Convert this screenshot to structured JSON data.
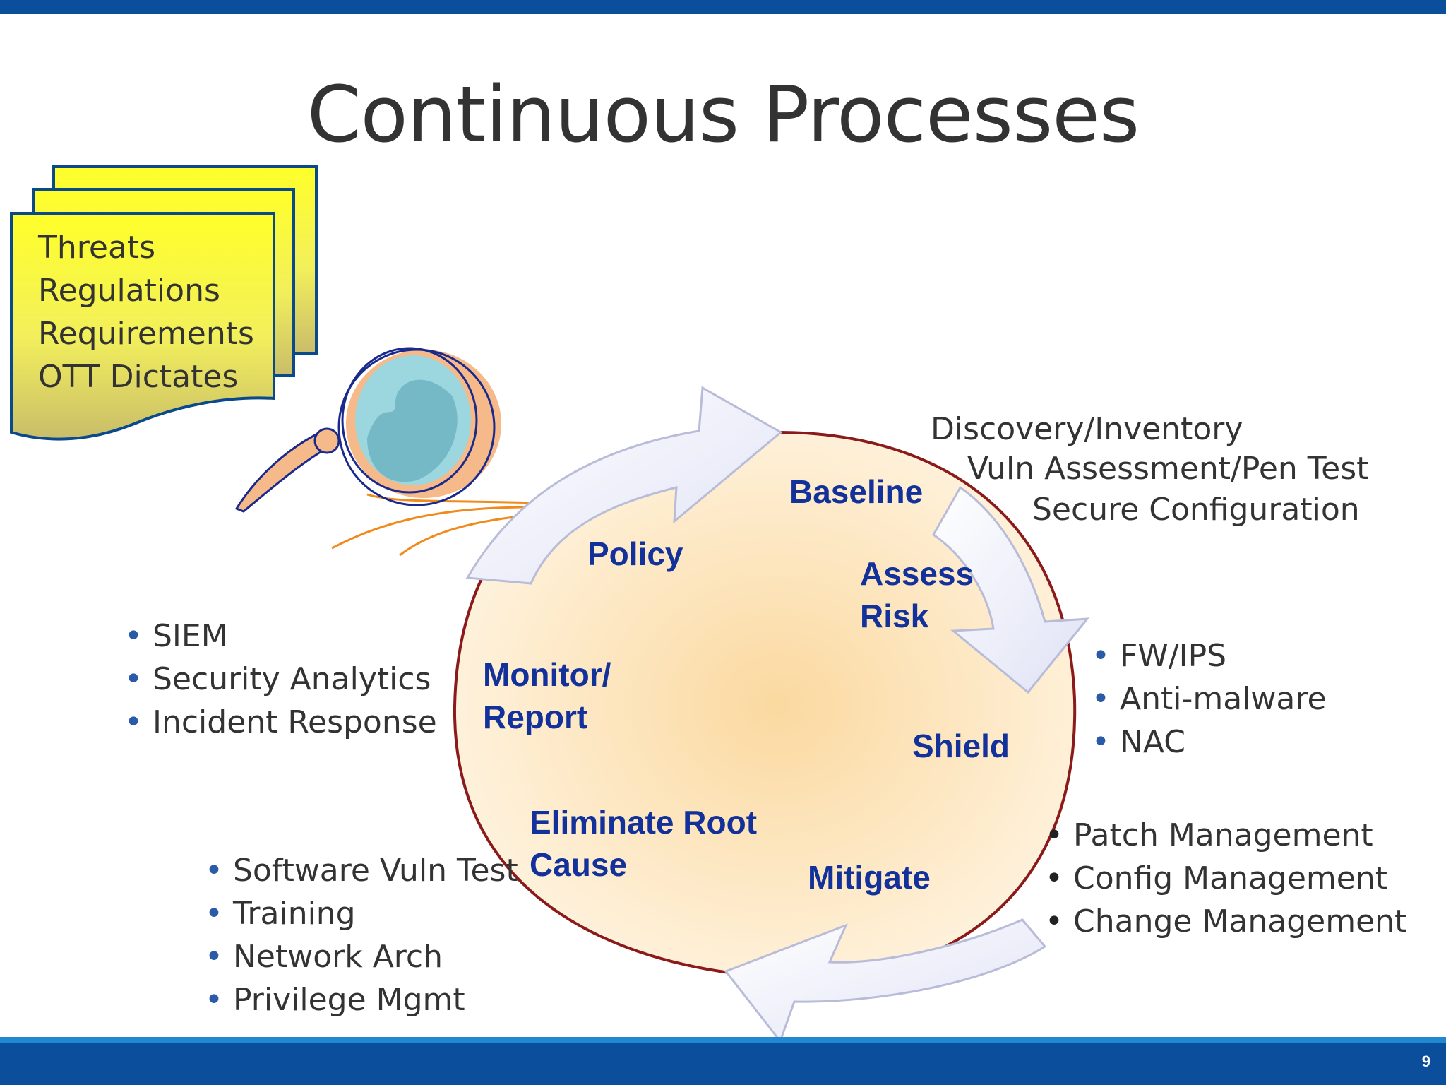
{
  "title": "Continuous Processes",
  "page_number": "9",
  "drivers": [
    "Threats",
    "Regulations",
    "Requirements",
    "OTT Dictates"
  ],
  "cycle_steps": {
    "baseline": "Baseline",
    "assess_risk": [
      "Assess",
      "Risk"
    ],
    "shield": "Shield",
    "mitigate": "Mitigate",
    "eliminate_root_cause": [
      "Eliminate Root",
      "Cause"
    ],
    "monitor_report": [
      "Monitor/",
      "Report"
    ],
    "policy": "Policy"
  },
  "baseline_notes": [
    "Discovery/Inventory",
    "Vuln Assessment/Pen Test",
    "Secure Configuration"
  ],
  "shield_items": [
    "FW/IPS",
    "Anti-malware",
    "NAC"
  ],
  "mitigate_items": [
    "Patch Management",
    "Config Management",
    "Change Management"
  ],
  "root_cause_items": [
    "Software Vuln Test",
    "Training",
    "Network Arch",
    "Privilege Mgmt"
  ],
  "monitor_items": [
    "SIEM",
    "Security Analytics",
    "Incident Response"
  ],
  "colors": {
    "header_bar": "#0b4f9c",
    "footer_accent": "#1f88d0",
    "step_text": "#13319a",
    "note_yellow": "#ffff33",
    "cycle_fill": "#fbd9a0",
    "cycle_outline": "#8b1a1a",
    "arrow_fill": "#e8eaf8"
  },
  "icons": [
    "document-stack-icon",
    "magnifying-glass-icon",
    "cycle-arrow-icon"
  ]
}
